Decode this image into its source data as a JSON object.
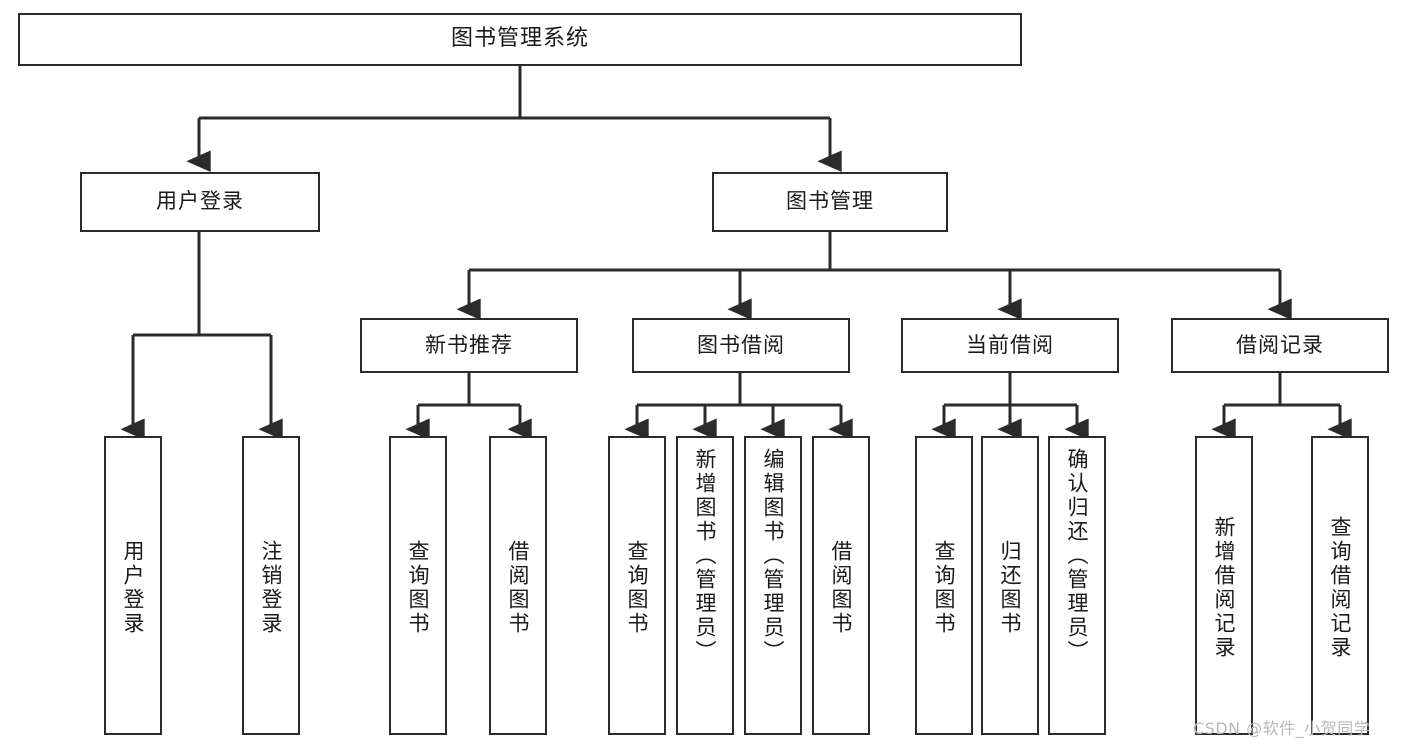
{
  "diagram": {
    "title": "图书管理系统",
    "root": {
      "label": "图书管理系统"
    },
    "level1": [
      {
        "label": "用户登录"
      },
      {
        "label": "图书管理"
      }
    ],
    "level2": [
      {
        "label": "新书推荐"
      },
      {
        "label": "图书借阅"
      },
      {
        "label": "当前借阅"
      },
      {
        "label": "借阅记录"
      }
    ],
    "leaves": {
      "user_login": [
        {
          "label": "用户登录"
        },
        {
          "label": "注销登录"
        }
      ],
      "new_book_recommend": [
        {
          "label": "查询图书"
        },
        {
          "label": "借阅图书"
        }
      ],
      "book_borrow": [
        {
          "label": "查询图书"
        },
        {
          "label": "新增图书（管理员）"
        },
        {
          "label": "编辑图书（管理员）"
        },
        {
          "label": "借阅图书"
        }
      ],
      "current_borrow": [
        {
          "label": "查询图书"
        },
        {
          "label": "归还图书"
        },
        {
          "label": "确认归还（管理员）"
        }
      ],
      "borrow_records": [
        {
          "label": "新增借阅记录"
        },
        {
          "label": "查询借阅记录"
        }
      ]
    },
    "watermark": "CSDN @软件_小贺同学",
    "colors": {
      "stroke": "#2b2b2b",
      "fill": "#ffffff",
      "text": "#1a1a1a",
      "watermark": "#b9b9b9"
    }
  }
}
